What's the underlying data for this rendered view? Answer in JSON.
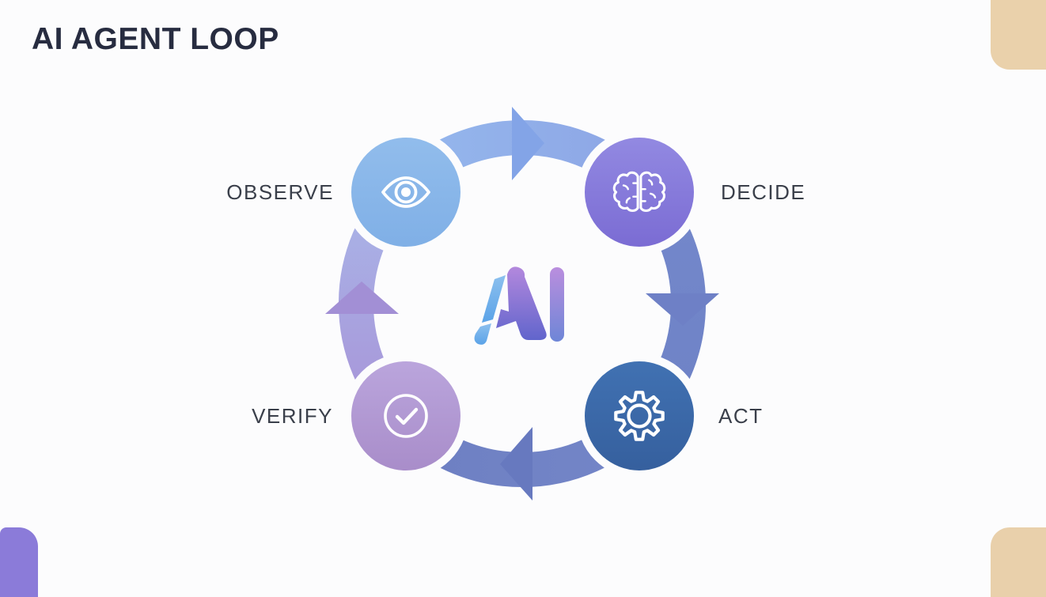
{
  "title": "AI AGENT LOOP",
  "diagram": {
    "center_logo_text": "AI",
    "steps": [
      {
        "label": "OBSERVE",
        "icon": "eye-icon",
        "circle_color": "#8ab6e9",
        "position": "top-left",
        "label_side": "left"
      },
      {
        "label": "DECIDE",
        "icon": "brain-icon",
        "circle_color": "#8478d9",
        "position": "top-right",
        "label_side": "right"
      },
      {
        "label": "ACT",
        "icon": "gear-icon",
        "circle_color": "#3c69a9",
        "position": "bottom-right",
        "label_side": "right"
      },
      {
        "label": "VERIFY",
        "icon": "check-icon",
        "circle_color": "#b299d4",
        "position": "bottom-left",
        "label_side": "left"
      }
    ],
    "arrows": [
      {
        "from": "OBSERVE",
        "to": "DECIDE",
        "color": "#8fb0ea",
        "direction": "clockwise"
      },
      {
        "from": "DECIDE",
        "to": "ACT",
        "color": "#7287ca",
        "direction": "clockwise"
      },
      {
        "from": "ACT",
        "to": "VERIFY",
        "color": "#6f82c5",
        "direction": "clockwise"
      },
      {
        "from": "VERIFY",
        "to": "OBSERVE",
        "color": "#a49ade",
        "direction": "clockwise"
      }
    ]
  },
  "decorations": {
    "corner_top_right_color": "#ead1ab",
    "corner_bottom_right_color": "#e9d0ab",
    "corner_bottom_left_color": "#8b7bd9"
  },
  "colors": {
    "background": "#fcfcfd",
    "title_text": "#272c40",
    "label_text": "#3a3f4a",
    "icon_stroke": "#ffffff"
  }
}
